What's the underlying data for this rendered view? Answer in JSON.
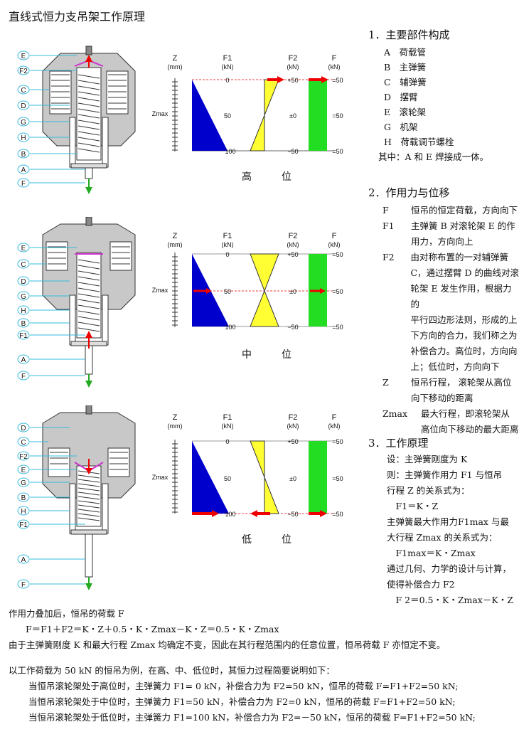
{
  "title": "直线式恒力支吊架工作原理",
  "panels": [
    {
      "position_label": "高　位",
      "labels": [
        "E",
        "F2",
        "C",
        "D",
        "G",
        "H",
        "B",
        "A",
        "F"
      ],
      "f1": {
        "top": "0",
        "mid": "50",
        "bot": "100"
      },
      "f2": {
        "top": "+50",
        "mid": "±0",
        "bot": "−50"
      },
      "f": {
        "top": "=50",
        "mid": "=50",
        "bot": "=50"
      }
    },
    {
      "position_label": "中　位",
      "labels": [
        "E",
        "C",
        "D",
        "G",
        "H",
        "B",
        "F1",
        "A",
        "F"
      ],
      "f1": {
        "top": "0",
        "mid": "50",
        "bot": "100"
      },
      "f2": {
        "top": "+50",
        "mid": "±0",
        "bot": "−50"
      },
      "f": {
        "top": "=50",
        "mid": "=50",
        "bot": "=50"
      }
    },
    {
      "position_label": "低　位",
      "labels": [
        "D",
        "C",
        "F2",
        "E",
        "G",
        "B",
        "H",
        "F1",
        "A",
        "F"
      ],
      "f1": {
        "top": "0",
        "mid": "50",
        "bot": "100"
      },
      "f2": {
        "top": "+50",
        "mid": "±0",
        "bot": "−50"
      },
      "f": {
        "top": "=50",
        "mid": "=50",
        "bot": "=50"
      }
    }
  ],
  "col_headers": {
    "z": "Z",
    "z_unit": "(mm)",
    "f1": "F1",
    "f1_unit": "(kN)",
    "f2": "F2",
    "f2_unit": "(kN)",
    "f": "F",
    "f_unit": "(kN)",
    "zmax": "Zmax"
  },
  "section1": {
    "title": "1．主要部件构成",
    "items": [
      "A　荷载管",
      "B　主弹簧",
      "C　辅弹簧",
      "D　摆臂",
      "E　滚轮架",
      "G　机架",
      "H　荷载调节螺栓"
    ],
    "note": "其中：A 和 E 焊接成一体。"
  },
  "section2": {
    "title": "2．作用力与位移",
    "items": [
      {
        "key": "F",
        "lines": [
          "恒吊的恒定荷载，方向向下"
        ]
      },
      {
        "key": "F1",
        "lines": [
          "主弹簧 B 对滚轮架 E 的作",
          "用力，方向向上"
        ]
      },
      {
        "key": "F2",
        "lines": [
          "由对称布置的一对辅弹簧",
          "C，通过摆臂 D 的曲线对滚",
          "轮架 E 发生作用，根据力的",
          "平行四边形法则，形成的上",
          "下方向的合力，我们称之为",
          "补偿合力。高位时，方向向",
          "上；低位时，方向向下"
        ]
      },
      {
        "key": "Z",
        "lines": [
          "恒吊行程，  滚轮架从高位",
          "向下移动的距离"
        ]
      },
      {
        "key": "Zmax",
        "lines": [
          "最大行程，即滚轮架从",
          "高位向下移动的最大距离"
        ]
      }
    ]
  },
  "section3": {
    "title": "3．工作原理",
    "lines": [
      "设：主弹簧刚度为 K",
      "则：主弹簧作用力 F1 与恒吊",
      "行程 Z 的关系式为：",
      "　F1＝K・Z",
      "主弹簧最大作用力F1max 与最",
      "大行程 Zmax 的关系式为：",
      "　F1max＝K・Zmax",
      "通过几何、力学的设计与计算，",
      "使得补偿合力 F2",
      "　F 2＝0.5・K・Zmax－K・Z"
    ]
  },
  "bottom": {
    "lines": [
      "作用力叠加后，恒吊的荷载 F",
      "F＝F1＋F2＝K・Z＋0.5・K・Zmax－K・Z＝0.5・K・Zmax",
      "由于主弹簧刚度 K 和最大行程 Zmax 均确定不变，因此在其行程范围内的任意位置，恒吊荷载 F 亦恒定不变。",
      "以工作荷载为  50 kN 的恒吊为例，在高、中、低位时，其恒力过程简要说明如下：",
      "当恒吊滚轮架处于高位时，主弹簧力 F1= 0 kN，补偿合力为  F2=50 kN，恒吊的荷载 F=F1+F2=50 kN;",
      "当恒吊滚轮架处于中位时，主弹簧力 F1=50 kN，补偿合力为  F2=0 kN，恒吊的荷载 F=F1+F2=50 kN;",
      "当恒吊滚轮架处于低位时，主弹簧力 F1=100 kN，补偿合力为  F2=－50 kN，恒吊的荷载 F=F1+F2=50 kN;"
    ]
  },
  "colors": {
    "blue": "#0000cc",
    "yellow": "#ffff33",
    "green": "#22dd22",
    "red": "#e00000",
    "cyan": "#33bbdd",
    "magenta": "#cc33cc"
  }
}
